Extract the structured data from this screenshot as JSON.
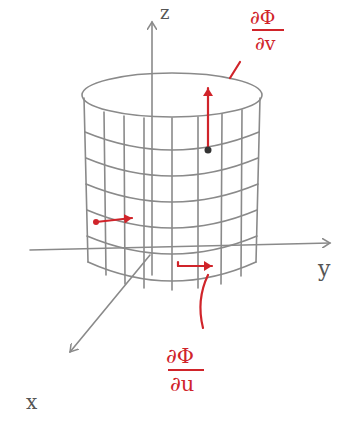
{
  "diagram": {
    "labels": [
      "z",
      "y",
      "x",
      "∂Φ",
      "∂v",
      "∂Φ",
      "∂u"
    ]
  }
}
